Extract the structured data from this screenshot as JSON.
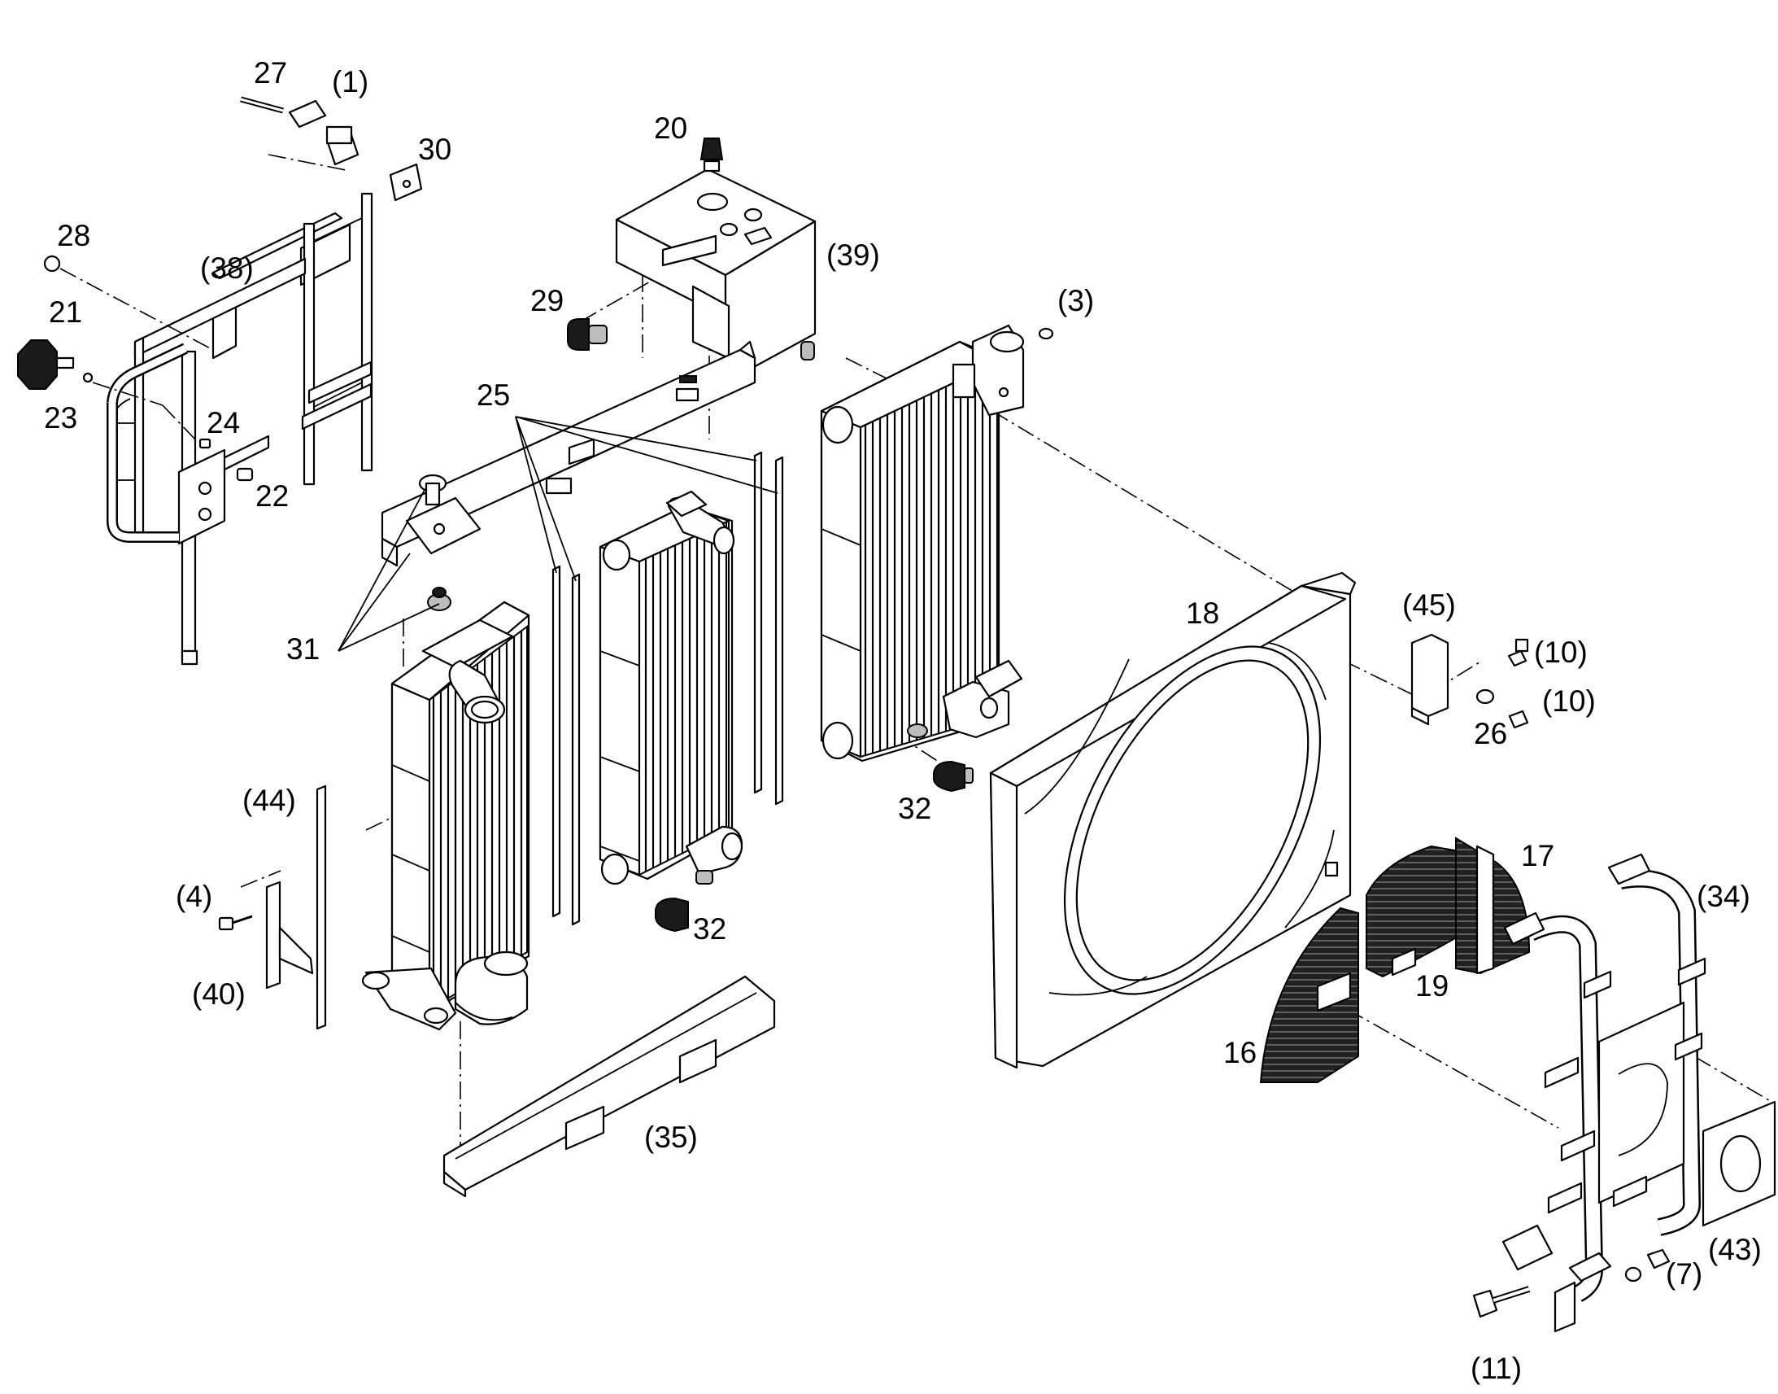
{
  "labels": {
    "l27": "27",
    "l1": "(1)",
    "l30": "30",
    "l20": "20",
    "l28": "28",
    "l38": "(38)",
    "l39": "(39)",
    "l29": "29",
    "l3": "(3)",
    "l21": "21",
    "l23": "23",
    "l24": "24",
    "l25": "25",
    "l22": "22",
    "l18": "18",
    "l45": "(45)",
    "l31": "31",
    "l10a": "(10)",
    "l10b": "(10)",
    "l26": "26",
    "l32a": "32",
    "l44": "(44)",
    "l17": "17",
    "l34": "(34)",
    "l4": "(4)",
    "l32b": "32",
    "l19": "19",
    "l40": "(40)",
    "l16": "16",
    "l35": "(35)",
    "l43": "(43)",
    "l7": "(7)",
    "l11": "(11)"
  }
}
